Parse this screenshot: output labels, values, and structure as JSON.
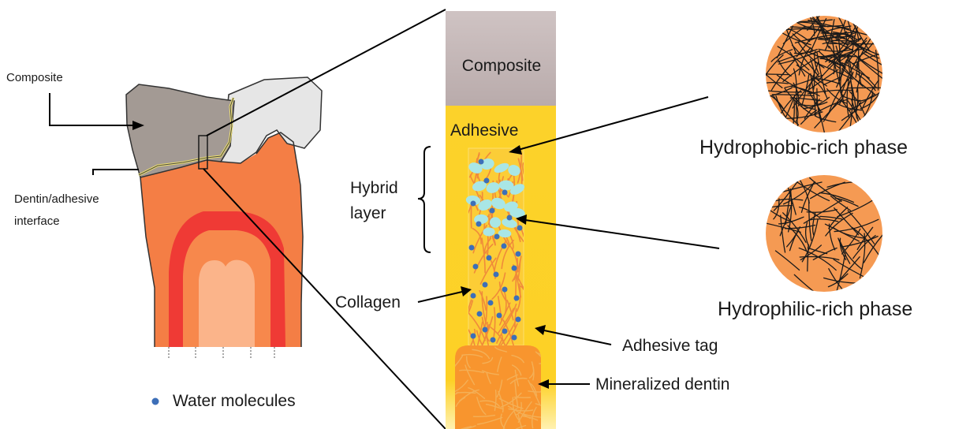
{
  "labels": {
    "composite_left": "Composite",
    "dentin_interface_line1": "Dentin/adhesive",
    "dentin_interface_line2": "interface",
    "composite_column": "Composite",
    "adhesive": "Adhesive",
    "hybrid_line1": "Hybrid",
    "hybrid_line2": "layer",
    "collagen": "Collagen",
    "adhesive_tag": "Adhesive tag",
    "mineralized_dentin": "Mineralized dentin",
    "hydrophobic": "Hydrophobic-rich phase",
    "hydrophilic": "Hydrophilic-rich phase",
    "water_legend": "Water molecules"
  },
  "colors": {
    "composite": "#a39a94",
    "enamel": "#e6e6e6",
    "dentin": "#f47e45",
    "pulp_outer": "#ef3a35",
    "pulp_mid": "#f7884c",
    "pulp_inner": "#fbb48a",
    "adhesive": "#fdd126",
    "composite_column": "#c8bcbc",
    "water": "#3d6fb8",
    "hydrophilic_phase": "#a9e6e6",
    "fiber": "#f08a3a",
    "circle_fill": "#f59a53",
    "circle_fiber": "#1a1a1a"
  }
}
